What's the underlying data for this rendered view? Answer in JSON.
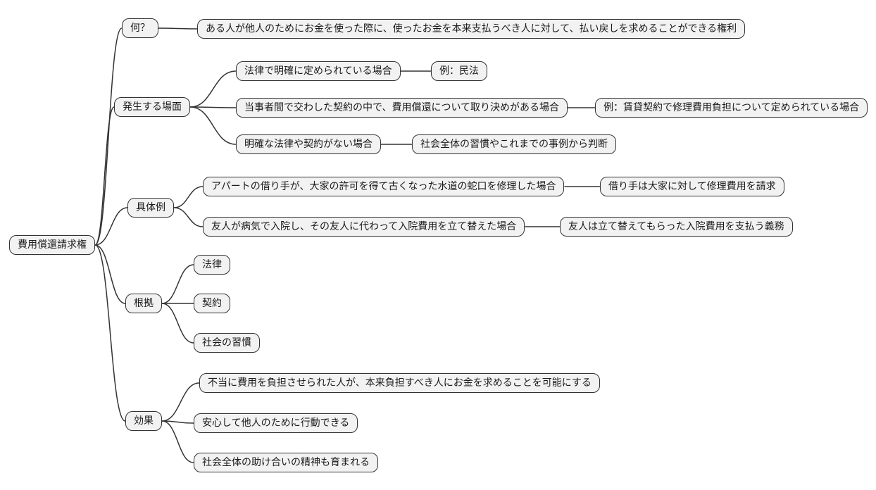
{
  "diagram": {
    "type": "mindmap",
    "root": {
      "label": "費用償還請求権"
    },
    "branches": [
      {
        "label": "何？",
        "children": [
          {
            "label": "ある人が他人のためにお金を使った際に、使ったお金を本来支払うべき人に対して、払い戻しを求めることができる権利"
          }
        ]
      },
      {
        "label": "発生する場面",
        "children": [
          {
            "label": "法律で明確に定められている場合",
            "children": [
              {
                "label": "例：民法"
              }
            ]
          },
          {
            "label": "当事者間で交わした契約の中で、費用償還について取り決めがある場合",
            "children": [
              {
                "label": "例：賃貸契約で修理費用負担について定められている場合"
              }
            ]
          },
          {
            "label": "明確な法律や契約がない場合",
            "children": [
              {
                "label": "社会全体の習慣やこれまでの事例から判断"
              }
            ]
          }
        ]
      },
      {
        "label": "具体例",
        "children": [
          {
            "label": "アパートの借り手が、大家の許可を得て古くなった水道の蛇口を修理した場合",
            "children": [
              {
                "label": "借り手は大家に対して修理費用を請求"
              }
            ]
          },
          {
            "label": "友人が病気で入院し、その友人に代わって入院費用を立て替えた場合",
            "children": [
              {
                "label": "友人は立て替えてもらった入院費用を支払う義務"
              }
            ]
          }
        ]
      },
      {
        "label": "根拠",
        "children": [
          {
            "label": "法律"
          },
          {
            "label": "契約"
          },
          {
            "label": "社会の習慣"
          }
        ]
      },
      {
        "label": "効果",
        "children": [
          {
            "label": "不当に費用を負担させられた人が、本来負担すべき人にお金を求めることを可能にする"
          },
          {
            "label": "安心して他人のために行動できる"
          },
          {
            "label": "社会全体の助け合いの精神も育まれる"
          }
        ]
      }
    ],
    "colors": {
      "node_fill": "#f2f2f2",
      "node_border": "#333333",
      "edge": "#333333",
      "background": "#ffffff",
      "text": "#1a1a1a"
    }
  }
}
